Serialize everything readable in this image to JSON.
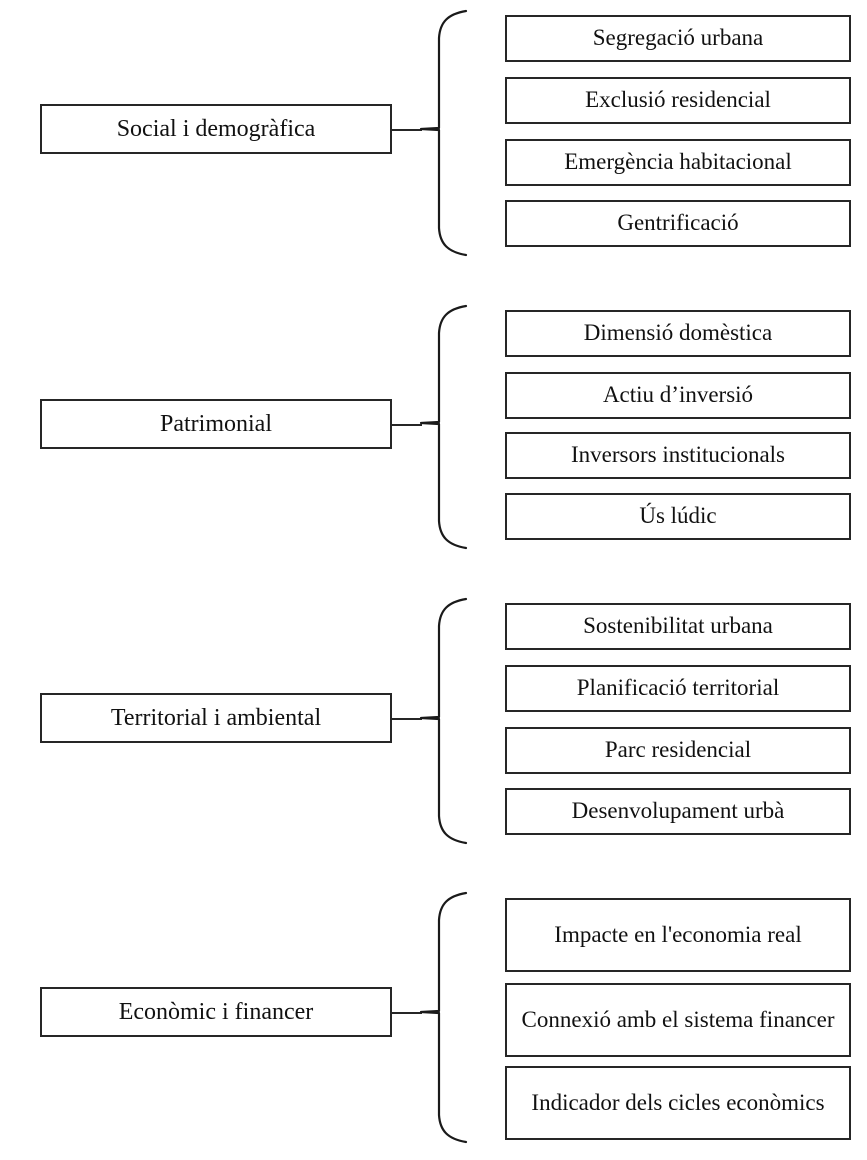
{
  "diagram": {
    "type": "bracket-hierarchy",
    "language": "ca",
    "colors": {
      "background": "#ffffff",
      "box_border": "#262626",
      "brace_stroke": "#1a1a1a",
      "text": "#111111"
    },
    "groups": [
      {
        "id": "social-i-demografica",
        "label": "Social i demogràfica",
        "items": [
          "Segregació urbana",
          "Exclusió residencial",
          "Emergència habitacional",
          "Gentrificació"
        ]
      },
      {
        "id": "patrimonial",
        "label": "Patrimonial",
        "items": [
          "Dimensió domèstica",
          "Actiu d’inversió",
          "Inversors institucionals",
          "Ús lúdic"
        ]
      },
      {
        "id": "territorial-i-ambiental",
        "label": "Territorial i ambiental",
        "items": [
          "Sostenibilitat urbana",
          "Planificació territorial",
          "Parc residencial",
          "Desenvolupament urbà"
        ]
      },
      {
        "id": "economic-i-financer",
        "label": "Econòmic i financer",
        "items": [
          "Impacte en l'economia real",
          "Connexió amb el sistema financer",
          "Indicador dels cicles econòmics"
        ]
      }
    ]
  }
}
